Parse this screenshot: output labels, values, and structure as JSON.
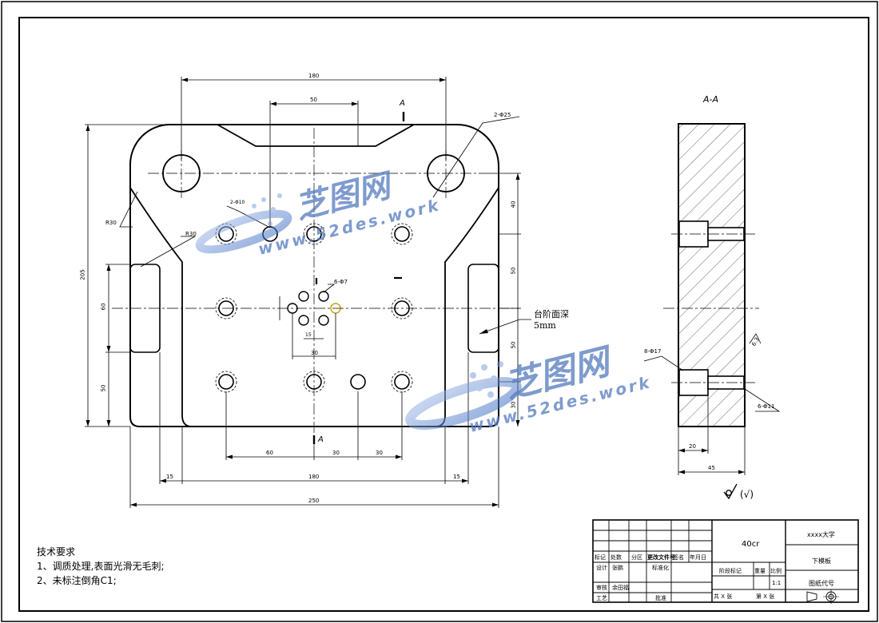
{
  "drawing": {
    "section_label": "A-A",
    "section_mark": "A",
    "dims": {
      "top_overall": "180",
      "top_slot": "50",
      "hole_callout_top": "2-Φ25",
      "height_overall": "205",
      "height_pocket": "60",
      "height_lower": "50",
      "right_40": "40",
      "right_50a": "50",
      "right_50b": "50",
      "right_30": "30",
      "radius_1": "R30",
      "radius_2": "R30",
      "hole_callout_mid": "2-Φ10",
      "hole_callout_center": "6-Φ7",
      "center_small_h": "15",
      "center_small_v": "30",
      "bottom_60": "60",
      "bottom_30a": "30",
      "bottom_30b": "30",
      "bottom_15a": "15",
      "bottom_180": "180",
      "bottom_15b": "15",
      "bottom_250": "250",
      "section_8_17": "8-Φ17",
      "section_6_11": "6-Φ11",
      "section_20": "20",
      "section_45": "45",
      "section_roughness": "6.3"
    },
    "annotation_step": "台阶面深",
    "annotation_step_depth": "5mm",
    "roughness_note": "(√)"
  },
  "notes": {
    "title": "技术要求",
    "item1": "1、调质处理,表面光滑无毛刺;",
    "item2": "2、未标注倒角C1;"
  },
  "title_block": {
    "material": "40cr",
    "school": "xxxx大学",
    "part_name": "下模板",
    "drawing_no_label": "图纸代号",
    "r_mark": "标记",
    "r_count": "处数",
    "r_zone": "分区",
    "r_docno": "更改文件号",
    "r_sign": "签名",
    "r_date": "年月日",
    "r_design": "设计",
    "r_designer": "张鹏",
    "r_std": "标准化",
    "r_stage": "阶段标记",
    "r_weight": "重量",
    "r_scale": "比例",
    "scale_value": "1:1",
    "r_review": "审核",
    "r_reviewer": "余田福",
    "r_process": "工艺",
    "r_approve": "批准",
    "r_total": "共 X 张",
    "r_sheet": "第 X 张"
  },
  "watermark": {
    "brand": "芝图网",
    "site": "www.52des.work"
  }
}
